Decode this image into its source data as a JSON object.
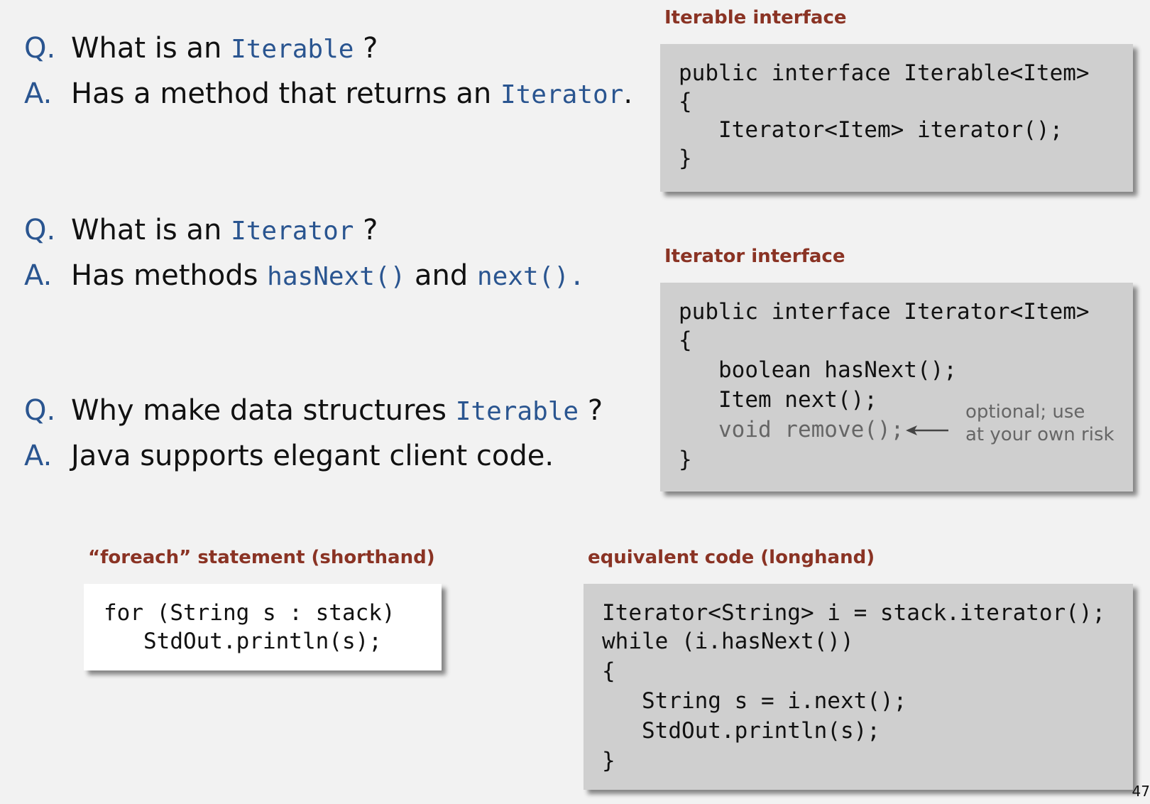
{
  "qa": [
    {
      "q_mark": "Q.",
      "q_text": "What is an ",
      "q_code": "Iterable",
      "q_end": " ?",
      "a_mark": "A.",
      "a_text": "Has a method that returns an ",
      "a_code": "Iterator",
      "a_end": "."
    },
    {
      "q_mark": "Q.",
      "q_text": "What is an ",
      "q_code": "Iterator",
      "q_end": " ?",
      "a_mark": "A.",
      "a_text": "Has methods ",
      "a_code1": "hasNext()",
      "a_mid": " and ",
      "a_code2": "next()."
    },
    {
      "q_mark": "Q.",
      "q_text": "Why make data structures ",
      "q_code": "Iterable",
      "q_end": " ?",
      "a_mark": "A.",
      "a_text": "Java supports elegant client code."
    }
  ],
  "iterable_box": {
    "label": "Iterable interface",
    "lines": [
      "public interface Iterable<Item>",
      "{",
      "   Iterator<Item> iterator();",
      "}"
    ]
  },
  "iterator_box": {
    "label": "Iterator interface",
    "lines": [
      "public interface Iterator<Item>",
      "{",
      "   boolean hasNext();",
      "   Item next();",
      "   void remove();",
      "}"
    ],
    "note_line1": "optional; use",
    "note_line2": "at your own risk"
  },
  "foreach_box": {
    "label": "“foreach” statement (shorthand)",
    "lines": [
      "for (String s : stack)",
      "   StdOut.println(s);"
    ]
  },
  "longhand_box": {
    "label": "equivalent code (longhand)",
    "lines": [
      "Iterator<String> i = stack.iterator();",
      "while (i.hasNext())",
      "{",
      "   String s = i.next();",
      "   StdOut.println(s);",
      "}"
    ]
  },
  "page_number": "47"
}
